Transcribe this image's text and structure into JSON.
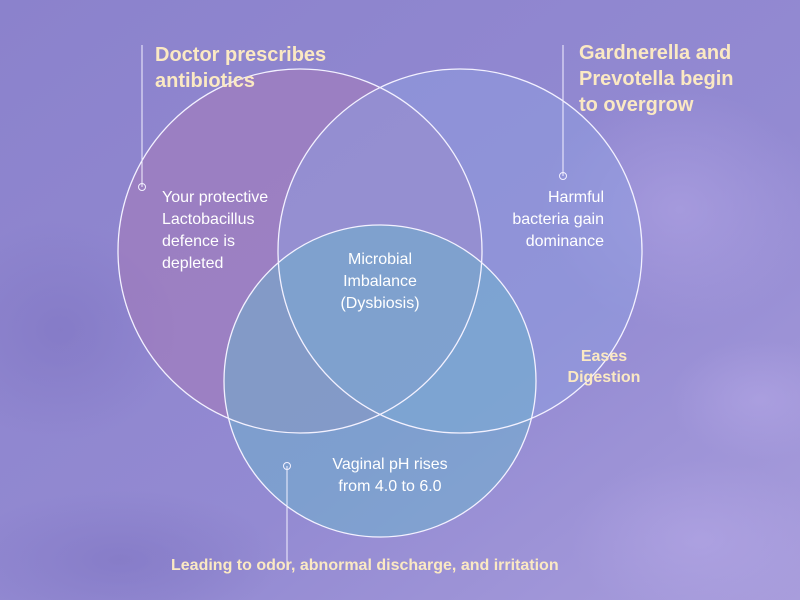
{
  "colors": {
    "background": "#8f85cf",
    "circle_left": "#a67ab8",
    "circle_right": "#8e9ee0",
    "circle_bottom": "#6ab3cc",
    "outline": "#f3f1ff",
    "callout_text": "#fbe9c3",
    "region_text": "#ffffff"
  },
  "callouts": {
    "top_left": [
      "Doctor prescribes",
      "antibiotics"
    ],
    "top_right": [
      "Gardnerella and",
      "Prevotella begin",
      "to overgrow"
    ],
    "side": [
      "Eases",
      "Digestion"
    ],
    "bottom": "Leading to odor, abnormal discharge, and irritation"
  },
  "regions": {
    "left": [
      "Your protective",
      "Lactobacillus",
      "defence is",
      "depleted"
    ],
    "right": [
      "Harmful",
      "bacteria gain",
      "dominance"
    ],
    "center": [
      "Microbial",
      "Imbalance",
      "(Dysbiosis)"
    ],
    "bottom": [
      "Vaginal pH rises",
      "from 4.0 to 6.0"
    ]
  }
}
